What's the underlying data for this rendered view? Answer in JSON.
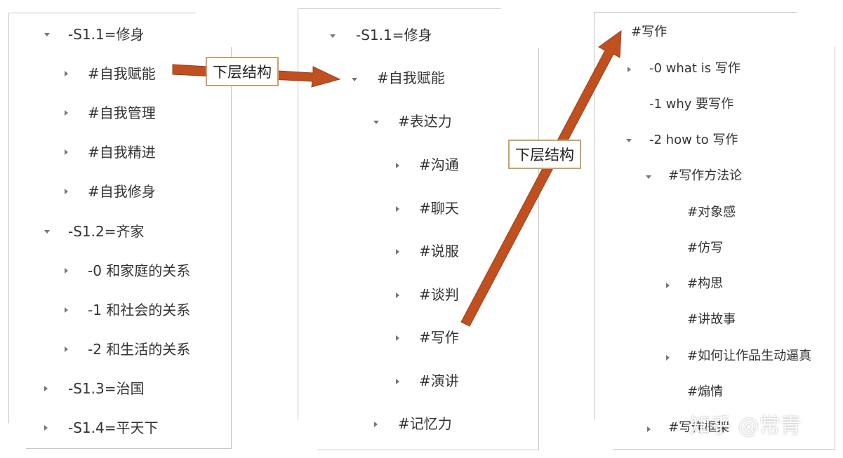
{
  "panel1": {
    "items": [
      {
        "text": "-S1.1=修身",
        "toggle": "down"
      },
      {
        "text": "#自我赋能",
        "toggle": "right"
      },
      {
        "text": "#自我管理",
        "toggle": "right"
      },
      {
        "text": "#自我精进",
        "toggle": "right"
      },
      {
        "text": "#自我修身",
        "toggle": "right"
      },
      {
        "text": "-S1.2=齐家",
        "toggle": "down"
      },
      {
        "text": "-0 和家庭的关系",
        "toggle": "right"
      },
      {
        "text": "-1 和社会的关系",
        "toggle": "right"
      },
      {
        "text": "-2 和生活的关系",
        "toggle": "right"
      },
      {
        "text": "-S1.3=治国",
        "toggle": "right"
      },
      {
        "text": "-S1.4=平天下",
        "toggle": "right"
      }
    ]
  },
  "panel2": {
    "items": [
      {
        "text": "-S1.1=修身",
        "toggle": "down"
      },
      {
        "text": "#自我赋能",
        "toggle": "down"
      },
      {
        "text": "#表达力",
        "toggle": "down"
      },
      {
        "text": "#沟通",
        "toggle": "right"
      },
      {
        "text": "#聊天",
        "toggle": "right"
      },
      {
        "text": "#说服",
        "toggle": "right"
      },
      {
        "text": "#谈判",
        "toggle": "right"
      },
      {
        "text": "#写作",
        "toggle": "right"
      },
      {
        "text": "#演讲",
        "toggle": "right"
      },
      {
        "text": "#记忆力",
        "toggle": "right"
      }
    ]
  },
  "panel3": {
    "items": [
      {
        "text": "#写作",
        "toggle": "none"
      },
      {
        "text": "-0 what is 写作",
        "toggle": "right"
      },
      {
        "text": "-1 why 要写作",
        "toggle": "none"
      },
      {
        "text": "-2 how to 写作",
        "toggle": "down"
      },
      {
        "text": "#写作方法论",
        "toggle": "down"
      },
      {
        "text": "#对象感",
        "toggle": "none"
      },
      {
        "text": "#仿写",
        "toggle": "none"
      },
      {
        "text": "#构思",
        "toggle": "right"
      },
      {
        "text": "#讲故事",
        "toggle": "none"
      },
      {
        "text": "#如何让作品生动逼真",
        "toggle": "right"
      },
      {
        "text": "#煽情",
        "toggle": "none"
      },
      {
        "text": "#写作框架",
        "toggle": "right"
      }
    ]
  },
  "callouts": {
    "first": "下层结构",
    "second": "下层结构"
  },
  "watermark": "知乎 @常青",
  "colors": {
    "arrow": "#c0501f",
    "callout_border": "#c9a26c",
    "toggle": "#777777"
  }
}
